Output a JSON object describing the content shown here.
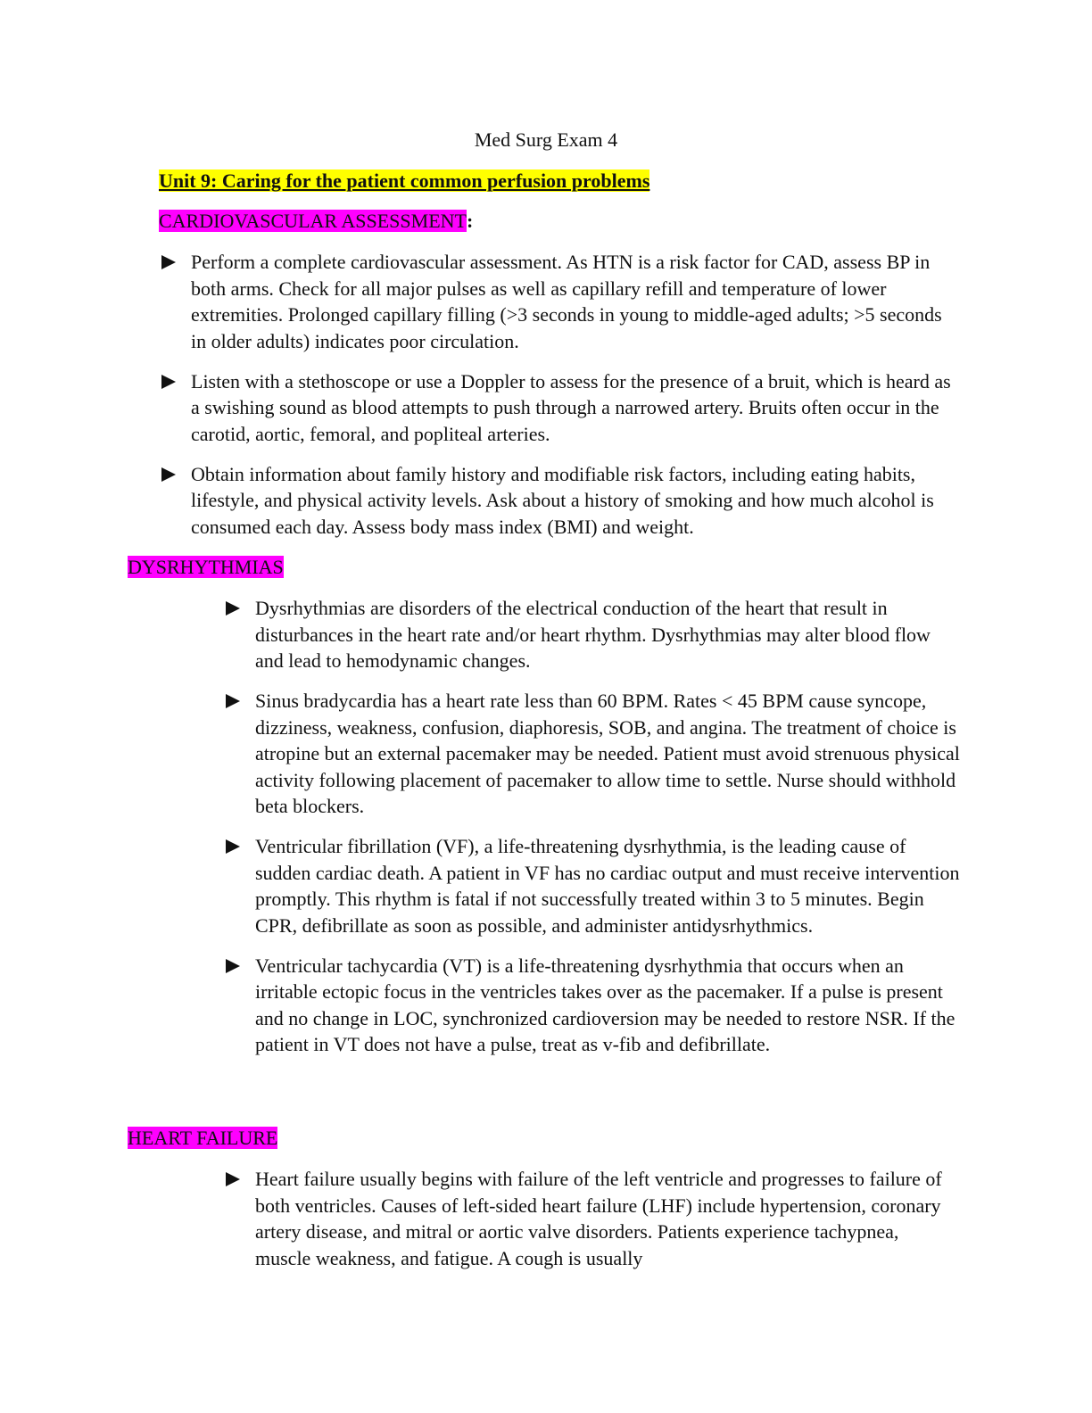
{
  "document": {
    "title": "Med Surg Exam 4",
    "unit_heading": "Unit 9: Caring for the patient common perfusion problems"
  },
  "cardiovascular": {
    "heading": "CARDIOVASCULAR ASSESSMENT",
    "heading_suffix": ":",
    "bullets": [
      "Perform a complete cardiovascular assessment. As HTN is a risk factor for CAD, assess BP in both arms. Check for all major pulses as well as capillary refill and temperature of lower extremities. Prolonged capillary filling (>3 seconds in young to middle-aged adults; >5 seconds in older adults) indicates poor circulation.",
      "Listen with a stethoscope or use a Doppler to assess for the presence of a bruit, which is heard as a swishing sound as blood attempts to push through a narrowed artery. Bruits often occur in the carotid, aortic, femoral, and popliteal arteries.",
      "Obtain information about family history and modifiable risk factors, including eating habits, lifestyle, and physical activity levels. Ask about a history of smoking and how much alcohol is consumed each day. Assess body mass index (BMI) and weight."
    ]
  },
  "dysrhythmias": {
    "heading": "DYSRHYTHMIAS",
    "bullets": [
      "Dysrhythmias are disorders of the electrical conduction of the heart that result in disturbances in the heart rate and/or heart rhythm. Dysrhythmias may alter blood flow and lead to hemodynamic changes.",
      "Sinus bradycardia has a heart rate less than 60 BPM. Rates < 45 BPM cause syncope, dizziness, weakness, confusion, diaphoresis, SOB, and angina. The treatment of choice is atropine but an external pacemaker may be needed. Patient must avoid strenuous physical activity following placement of pacemaker to allow time to settle. Nurse should withhold beta blockers.",
      "Ventricular fibrillation (VF), a life-threatening dysrhythmia, is the leading cause of sudden cardiac death. A patient in VF has no cardiac output and must receive intervention promptly. This rhythm is fatal if not successfully treated within 3 to 5 minutes. Begin CPR, defibrillate as soon as possible, and administer antidysrhythmics.",
      "Ventricular tachycardia (VT) is a life-threatening dysrhythmia that occurs when an irritable ectopic focus in the ventricles takes over as the pacemaker. If a pulse is present and no change in LOC, synchronized cardioversion may be needed to restore NSR. If the patient in VT does not have a pulse, treat as v-fib and defibrillate."
    ]
  },
  "heart_failure": {
    "heading": "HEART FAILURE",
    "bullets": [
      "Heart failure usually begins with failure of the left ventricle and progresses to failure of both ventricles. Causes of left-sided heart failure (LHF) include hypertension, coronary artery disease, and mitral or aortic valve disorders. Patients experience tachypnea, muscle weakness, and fatigue. A cough is usually"
    ]
  }
}
